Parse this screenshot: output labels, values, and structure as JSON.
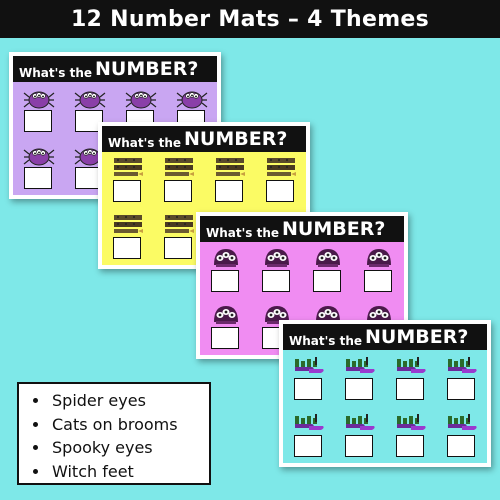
{
  "banner": {
    "title": "12 Number Mats – 4 Themes"
  },
  "mats": [
    {
      "theme": "spider",
      "bg": "#c9a6f2",
      "heading_small": "What's the",
      "heading_big": "NUMBER?"
    },
    {
      "theme": "cat",
      "bg": "#fbfb64",
      "heading_small": "What's the",
      "heading_big": "NUMBER?"
    },
    {
      "theme": "eyes",
      "bg": "#f08cf2",
      "heading_small": "What's the",
      "heading_big": "NUMBER?"
    },
    {
      "theme": "feet",
      "bg": "#7ee8e8",
      "heading_small": "What's the",
      "heading_big": "NUMBER?"
    }
  ],
  "themes_list": {
    "items": [
      "Spider eyes",
      "Cats on brooms",
      "Spooky eyes",
      "Witch feet"
    ]
  },
  "colors": {
    "page_bg": "#7ee8e8",
    "spider": "#c9a6f2",
    "cat": "#fbfb64",
    "eyes": "#f08cf2",
    "feet": "#7ee8e8"
  }
}
